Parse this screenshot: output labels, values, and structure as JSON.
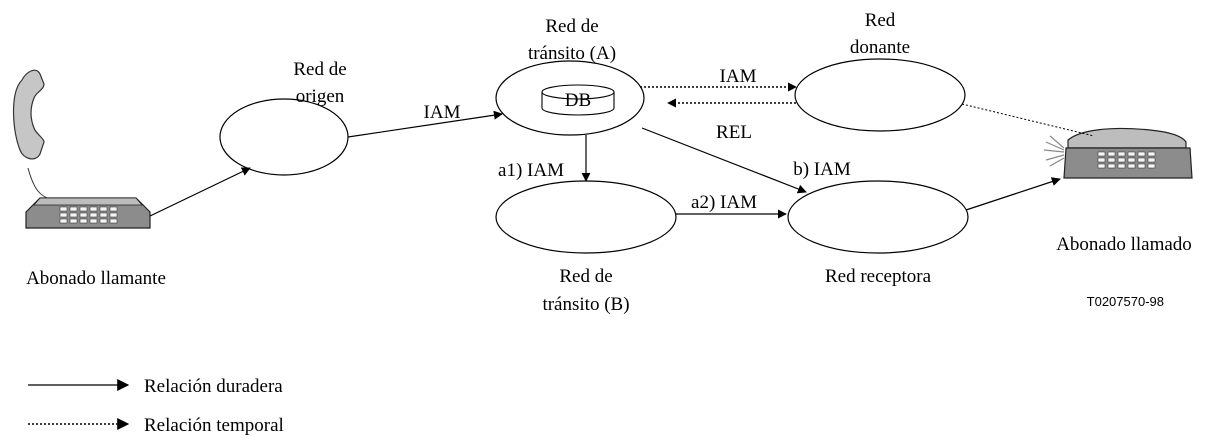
{
  "nodes": {
    "origin": {
      "line1": "Red de",
      "line2": "origen"
    },
    "transit_a": {
      "line1": "Red de",
      "line2": "tránsito (A)",
      "db": "DB"
    },
    "donor": {
      "line1": "Red",
      "line2": "donante"
    },
    "transit_b": {
      "line1": "Red de",
      "line2": "tránsito (B)"
    },
    "recipient": {
      "line1": "Red receptora"
    }
  },
  "subscribers": {
    "caller": "Abonado llamante",
    "called": "Abonado llamado"
  },
  "messages": {
    "iam_origin": "IAM",
    "iam_to_donor": "IAM",
    "rel_from_donor": "REL",
    "a1": "a1) IAM",
    "a2": "a2) IAM",
    "b": "b) IAM"
  },
  "figure_code": "T0207570-98",
  "legend": {
    "solid": "Relación duradera",
    "dotted": "Relación temporal"
  }
}
